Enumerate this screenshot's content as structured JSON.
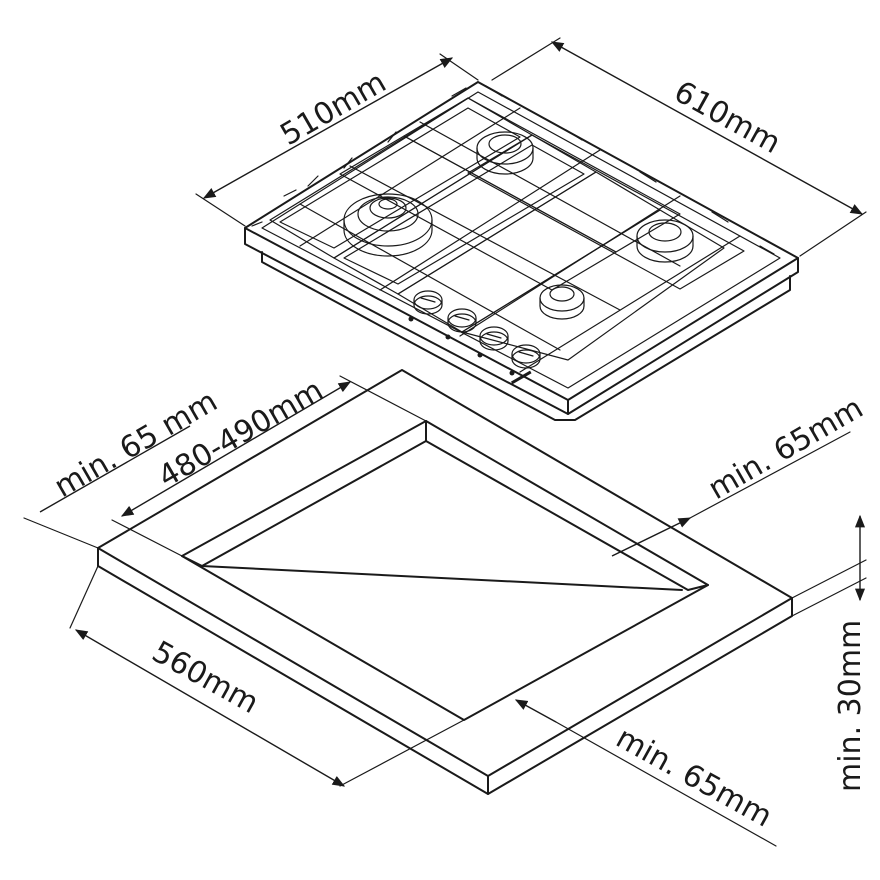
{
  "labels": {
    "hob_depth": "510mm",
    "hob_width": "610mm",
    "front_margin": "min. 65 mm",
    "cutout_depth": "480-490mm",
    "right_margin": "min. 65mm",
    "cutout_width": "560mm",
    "back_margin": "min. 65mm",
    "worktop_thickness": "min. 30mm"
  },
  "colors": {
    "line": "#1a1a1a",
    "background": "#ffffff"
  }
}
